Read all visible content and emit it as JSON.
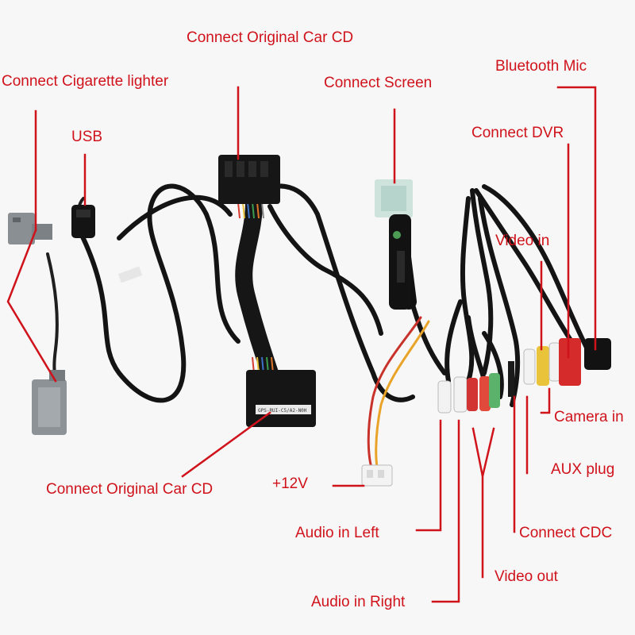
{
  "label_color": "#d0121b",
  "labels": {
    "orig_cd_top": "Connect Original Car CD",
    "cig_lighter": "Connect Cigarette lighter",
    "usb": "USB",
    "screen": "Connect Screen",
    "bt_mic": "Bluetooth Mic",
    "dvr": "Connect DVR",
    "video_in": "Video in",
    "camera_in": "Camera in",
    "orig_cd_bottom": "Connect Original Car CD",
    "plus12v": "+12V",
    "aux_plug": "AUX plug",
    "audio_left": "Audio in Left",
    "cdc": "Connect CDC",
    "video_out": "Video out",
    "audio_right": "Audio in Right"
  },
  "connector_label": "GPS-RUI-C5/A2-N0H"
}
